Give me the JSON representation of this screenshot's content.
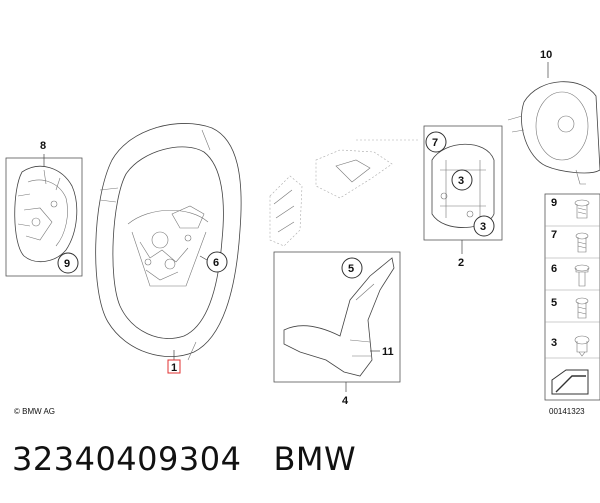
{
  "diagram": {
    "copyright": "© BMW AG",
    "diagram_number": "00141323",
    "callouts": {
      "c1": "1",
      "c2": "2",
      "c3a": "3",
      "c3b": "3",
      "c4": "4",
      "c5": "5",
      "c6": "6",
      "c7": "7",
      "c8": "8",
      "c9": "9",
      "c10": "10",
      "c11": "11"
    },
    "side_panel": [
      "9",
      "7",
      "6",
      "5",
      "3"
    ]
  },
  "caption": {
    "part_number": "32340409304",
    "brand": "BMW"
  }
}
